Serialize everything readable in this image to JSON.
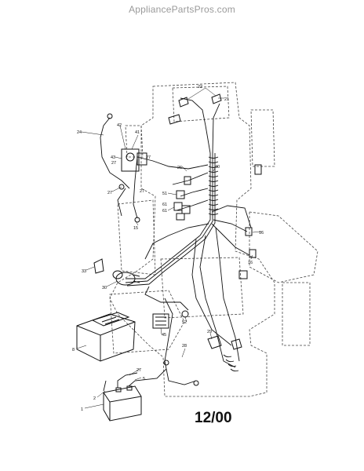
{
  "watermark": "AppliancePartsPros.com",
  "date_code": "12/00",
  "callouts": [
    "1",
    "2",
    "5",
    "8",
    "15",
    "16",
    "21",
    "22",
    "24",
    "25",
    "26",
    "27",
    "28",
    "29",
    "30",
    "33",
    "40",
    "41",
    "42",
    "43",
    "45",
    "51",
    "52",
    "61"
  ],
  "component_icons": [
    "battery-icon",
    "battery-box-icon",
    "wiring-harness-icon",
    "headlight-bulb-icon",
    "ignition-switch-icon",
    "solenoid-icon",
    "relay-icon",
    "connector-icon",
    "switch-icon",
    "cable-icon"
  ]
}
